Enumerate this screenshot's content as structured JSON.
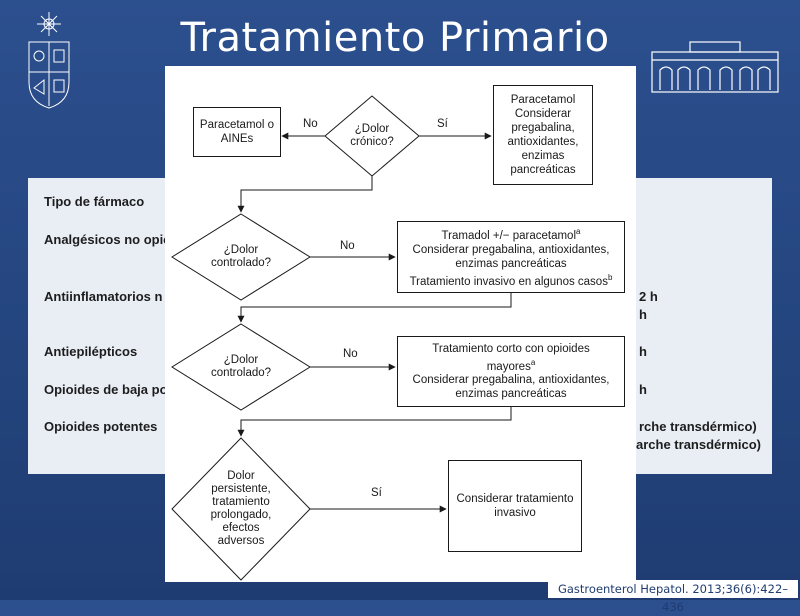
{
  "slide": {
    "title": "Tratamiento Primario",
    "citation": "Gastroenterol Hepatol. 2013;36(6):422–436"
  },
  "background_table": {
    "header": "Tipo de fármaco",
    "rows": [
      "Analgésicos no opio",
      "Antiinflamatorios n",
      "Antiepilépticos",
      "Opioides de baja po",
      "Opioides potentes"
    ],
    "right_fragments": [
      "2 h",
      "h",
      "h",
      "h",
      "rche transdérmico)",
      "arche transdérmico)"
    ]
  },
  "flowchart": {
    "d1": "¿Dolor\ncrónico?",
    "d1_no": "No",
    "d1_yes": "Sí",
    "b_left": "Paracetamol o\nAINEs",
    "b_right": "Paracetamol\nConsiderar\npregabalina,\nantioxidantes,\nenzimas\npancreáticas",
    "d2": "¿Dolor\ncontrolado?",
    "d2_no": "No",
    "b2_l1": "Tramadol +/− paracetamol",
    "b2_l1_sup": "a",
    "b2_l2": "Considerar pregabalina, antioxidantes,",
    "b2_l3": "enzimas pancreáticas",
    "b2_l4": "Tratamiento invasivo en algunos casos",
    "b2_l4_sup": "b",
    "d3": "¿Dolor\ncontrolado?",
    "d3_no": "No",
    "b3_l1": "Tratamiento corto con opioides",
    "b3_l2": "mayores",
    "b3_l2_sup": "a",
    "b3_l3": "Considerar pregabalina, antioxidantes,",
    "b3_l4": "enzimas pancreáticas",
    "d4": "Dolor\npersistente,\ntratamiento\nprolongado,\nefectos\nadversos",
    "d4_yes": "Sí",
    "b4": "Considerar tratamiento\ninvasivo"
  },
  "colors": {
    "background": "#24457f",
    "title": "#ffffff",
    "citation_text": "#1f3c72"
  }
}
